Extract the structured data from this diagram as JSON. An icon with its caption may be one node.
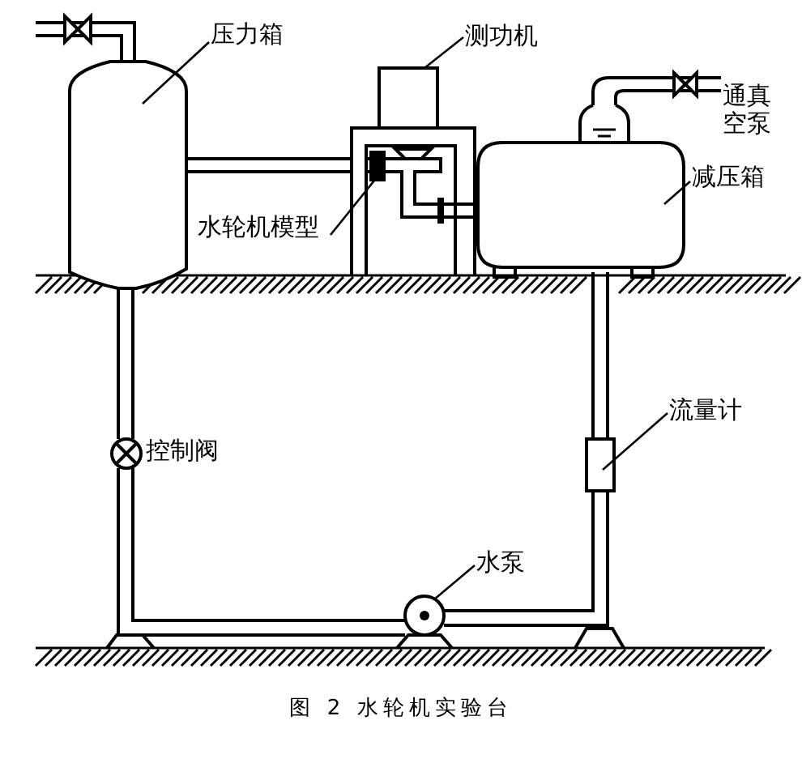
{
  "diagram": {
    "caption": "图 2 水轮机实验台",
    "nodes": [
      {
        "text": [
          "压力箱"
        ]
      },
      {
        "text": [],
        "shape": "cylinder"
      },
      {
        "text": [
          "测功机"
        ]
      },
      {
        "text": [],
        "shape": "box"
      },
      {
        "text": [
          "水轮机模型"
        ]
      },
      {
        "text": [],
        "shape": "box"
      },
      {
        "text": [
          "减压箱"
        ]
      },
      {
        "text": [],
        "shape": "cylinder"
      },
      {
        "text": [
          "流量计"
        ]
      },
      {
        "text": [],
        "shape": "box"
      },
      {
        "text": [
          "水泵"
        ]
      },
      {
        "text": [],
        "shape": "circle"
      }
    ],
    "edges": [
      {
        "from": 0,
        "to": 1,
        "arrow": "none"
      },
      {
        "from": 2,
        "to": 3,
        "arrow": "none"
      },
      {
        "from": 4,
        "to": 5,
        "arrow": "none"
      },
      {
        "from": 6,
        "to": 7,
        "arrow": "none"
      },
      {
        "from": 8,
        "to": 9,
        "arrow": "none"
      },
      {
        "from": 10,
        "to": 11,
        "arrow": "none"
      }
    ],
    "labels": [
      "通真空泵",
      "控制阀"
    ]
  }
}
